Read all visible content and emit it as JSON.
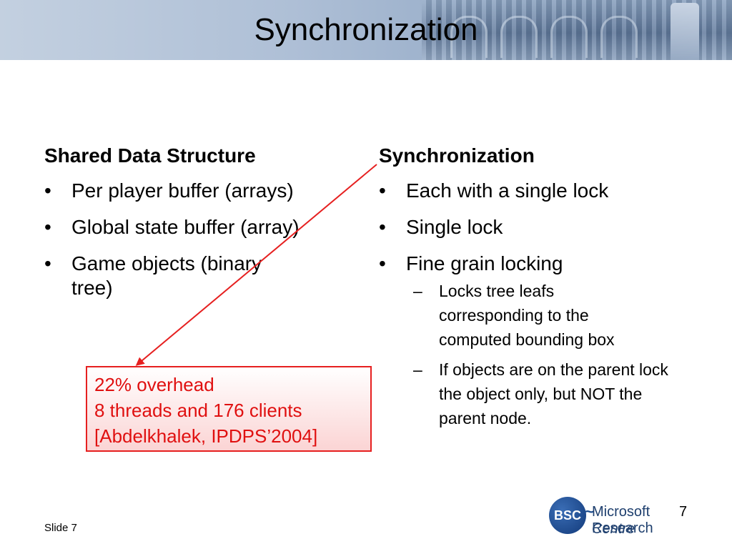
{
  "slide": {
    "title": "Synchronization",
    "footer_label": "Slide 7",
    "page_number": "7"
  },
  "left_column": {
    "heading": "Shared Data Structure",
    "bullets": [
      {
        "label": "Per player buffer (arrays)"
      },
      {
        "label": "Global state buffer (array)"
      },
      {
        "label": "Game objects (binary tree)"
      }
    ]
  },
  "right_column": {
    "heading": "Synchronization",
    "bullets": [
      {
        "label": "Each with a single lock"
      },
      {
        "label": "Single lock"
      },
      {
        "label": "Fine grain locking"
      }
    ],
    "sub_bullets": [
      {
        "label": "Locks tree leafs corresponding to the computed bounding box"
      },
      {
        "label": "If objects are on the parent lock the object only, but NOT the parent node."
      }
    ]
  },
  "callout": {
    "line1": "22% overhead",
    "line2": "8 threads and 176 clients",
    "line3": "[Abdelkhalek, IPDPS’2004]"
  },
  "logo": {
    "badge": "BSC",
    "line1": "Microsoft Research",
    "line2": "Centre"
  },
  "colors": {
    "accent_red": "#e62020",
    "header_blue": "#9fb3cd"
  },
  "bullet_glyph": "•",
  "dash_glyph": "–"
}
